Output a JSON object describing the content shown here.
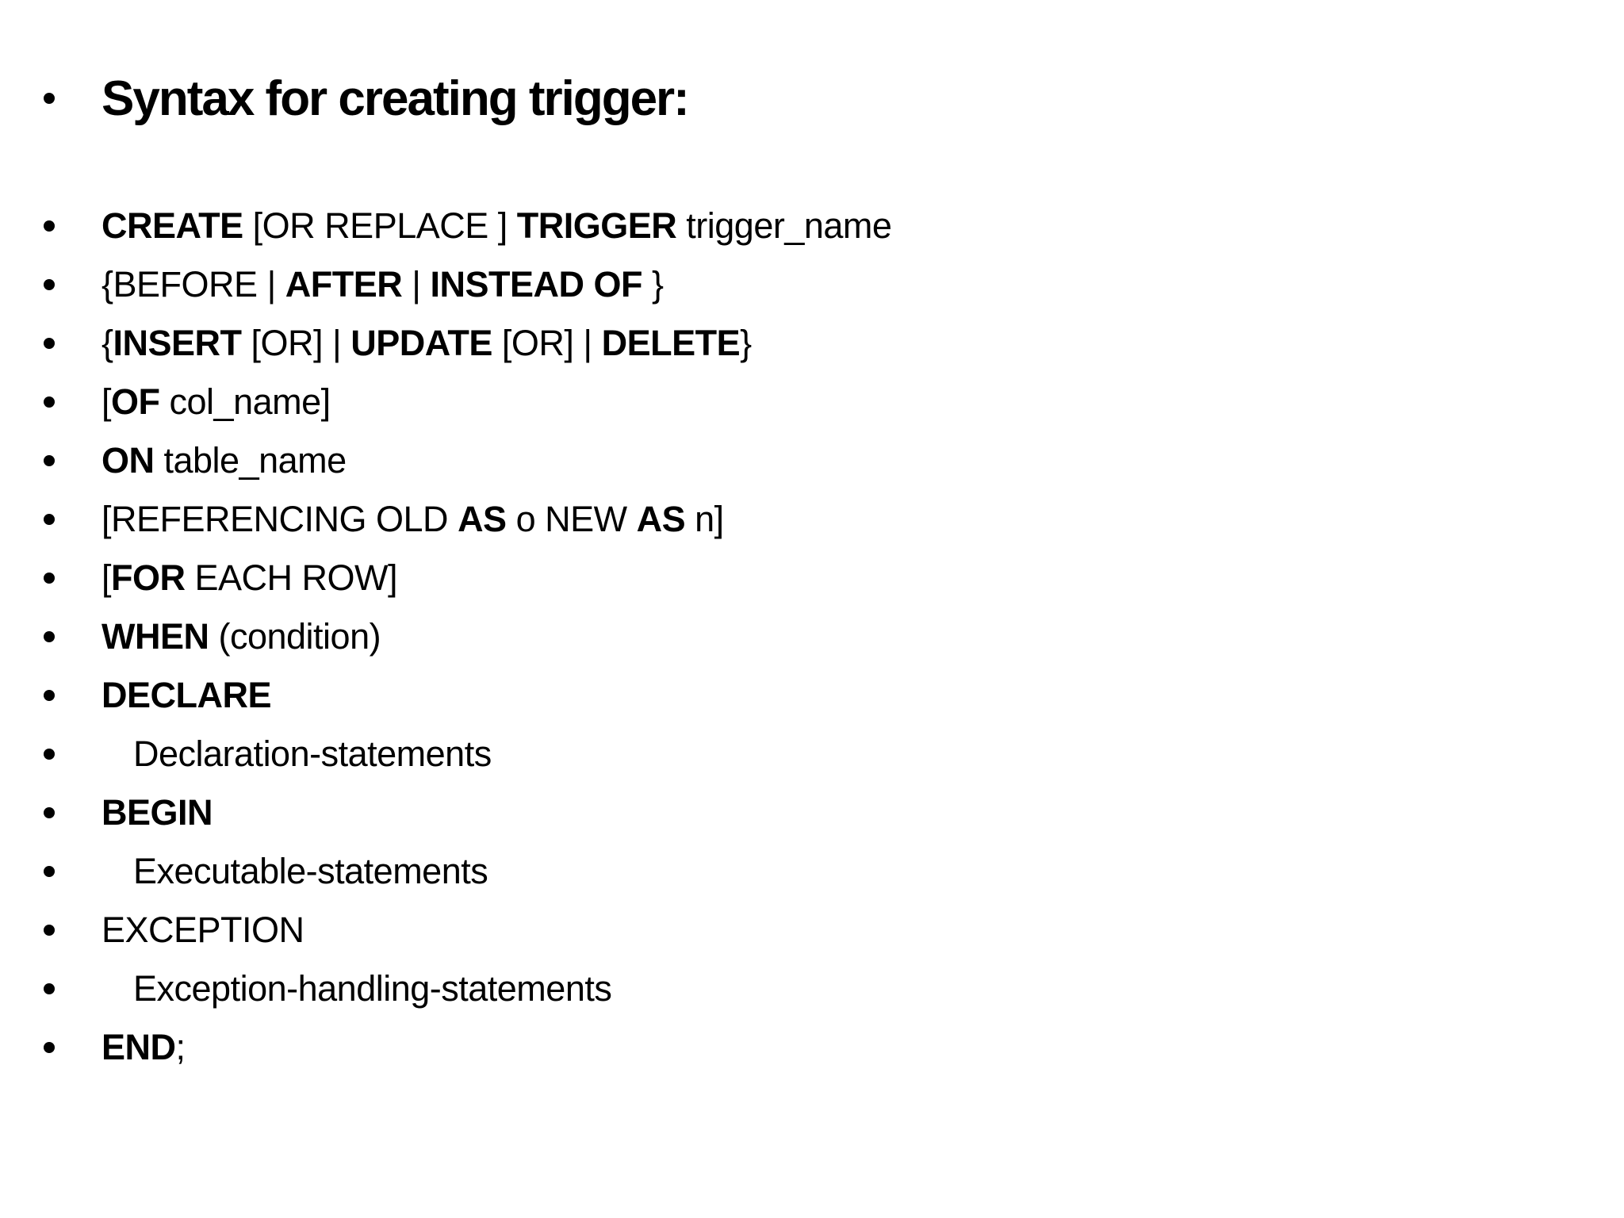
{
  "slide": {
    "background_color": "#ffffff",
    "text_color": "#000000",
    "bullet_glyph": "•",
    "title": {
      "text": "Syntax for creating trigger:"
    },
    "syntax_lines": [
      {
        "indent": false,
        "segments": [
          {
            "text": "CREATE",
            "bold": true
          },
          {
            "text": " [OR REPLACE ] ",
            "bold": false
          },
          {
            "text": "TRIGGER",
            "bold": true
          },
          {
            "text": " trigger_name",
            "bold": false
          }
        ]
      },
      {
        "indent": false,
        "segments": [
          {
            "text": "{BEFORE | ",
            "bold": false
          },
          {
            "text": "AFTER",
            "bold": true
          },
          {
            "text": " | ",
            "bold": false
          },
          {
            "text": "INSTEAD OF",
            "bold": true
          },
          {
            "text": " }",
            "bold": false
          }
        ]
      },
      {
        "indent": false,
        "segments": [
          {
            "text": "{",
            "bold": false
          },
          {
            "text": "INSERT",
            "bold": true
          },
          {
            "text": " [OR] | ",
            "bold": false
          },
          {
            "text": "UPDATE",
            "bold": true
          },
          {
            "text": " [OR] | ",
            "bold": false
          },
          {
            "text": "DELETE",
            "bold": true
          },
          {
            "text": "}",
            "bold": false
          }
        ]
      },
      {
        "indent": false,
        "segments": [
          {
            "text": "[",
            "bold": false
          },
          {
            "text": "OF",
            "bold": true
          },
          {
            "text": " col_name]",
            "bold": false
          }
        ]
      },
      {
        "indent": false,
        "segments": [
          {
            "text": "ON",
            "bold": true
          },
          {
            "text": " table_name",
            "bold": false
          }
        ]
      },
      {
        "indent": false,
        "segments": [
          {
            "text": "[REFERENCING OLD ",
            "bold": false
          },
          {
            "text": "AS",
            "bold": true
          },
          {
            "text": " o NEW ",
            "bold": false
          },
          {
            "text": "AS",
            "bold": true
          },
          {
            "text": " n]",
            "bold": false
          }
        ]
      },
      {
        "indent": false,
        "segments": [
          {
            "text": "[",
            "bold": false
          },
          {
            "text": "FOR",
            "bold": true
          },
          {
            "text": " EACH ROW]",
            "bold": false
          }
        ]
      },
      {
        "indent": false,
        "segments": [
          {
            "text": "WHEN",
            "bold": true
          },
          {
            "text": " (condition)",
            "bold": false
          }
        ]
      },
      {
        "indent": false,
        "segments": [
          {
            "text": "DECLARE",
            "bold": true
          }
        ]
      },
      {
        "indent": true,
        "segments": [
          {
            "text": "Declaration-statements",
            "bold": false
          }
        ]
      },
      {
        "indent": false,
        "segments": [
          {
            "text": "BEGIN",
            "bold": true
          }
        ]
      },
      {
        "indent": true,
        "segments": [
          {
            "text": "Executable-statements",
            "bold": false
          }
        ]
      },
      {
        "indent": false,
        "segments": [
          {
            "text": "EXCEPTION",
            "bold": false
          }
        ]
      },
      {
        "indent": true,
        "segments": [
          {
            "text": "Exception-handling-statements",
            "bold": false
          }
        ]
      },
      {
        "indent": false,
        "segments": [
          {
            "text": "END",
            "bold": true
          },
          {
            "text": ";",
            "bold": false
          }
        ]
      }
    ]
  }
}
